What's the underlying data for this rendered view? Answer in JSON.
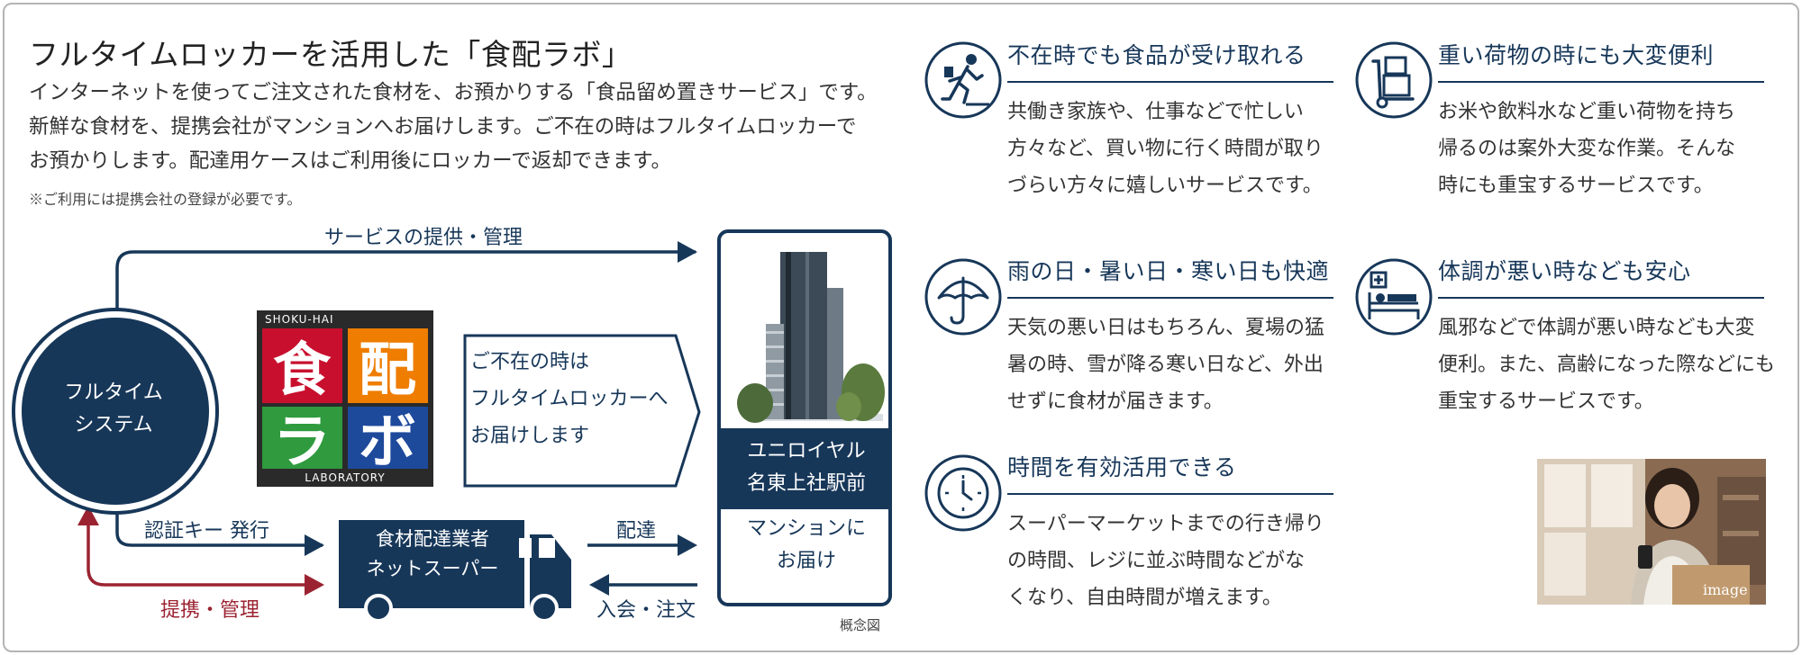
{
  "title": "フルタイムロッカーを活用した「食配ラボ」",
  "intro_lines": [
    "インターネットを使ってご注文された食材を、お預かりする「食品留め置きサービス」です。",
    "新鮮な食材を、提携会社がマンションへお届けします。ご不在の時はフルタイムロッカーで",
    "お預かりします。配達用ケースはご利用後にロッカーで返却できます。"
  ],
  "note": "※ご利用には提携会社の登録が必要です。",
  "diagram": {
    "circle_lines": [
      "フルタイム",
      "システム"
    ],
    "service_label": "サービスの提供・管理",
    "auth_label": "認証キー 発行",
    "partner_label": "提携・管理",
    "delivery_label": "配達",
    "order_label": "入会・注文",
    "callout_lines": [
      "ご不在の時は",
      "フルタイムロッカーへ",
      "お届けします"
    ],
    "truck_lines": [
      "食材配達業者",
      "ネットスーパー"
    ],
    "building_name_lines": [
      "ユニロイヤル",
      "名東上社駅前"
    ],
    "building_delivery_lines": [
      "マンションに",
      "お届け"
    ],
    "concept_note": "概念図",
    "logo": {
      "top_text": "SHOKU-HAI",
      "bottom_text": "LABORATORY",
      "chars": [
        "食",
        "配",
        "ラ",
        "ボ"
      ]
    },
    "colors": {
      "navy": "#173759",
      "red_arrow": "#9b2331",
      "logo_red": "#c8102e",
      "logo_orange": "#ee7d00",
      "logo_green": "#2f9a3e",
      "logo_blue": "#1e4a9c"
    }
  },
  "features": [
    {
      "icon": "running-person-icon",
      "heading": "不在時でも食品が受け取れる",
      "lines": [
        "共働き家族や、仕事などで忙しい",
        "方々など、買い物に行く時間が取り",
        "づらい方々に嬉しいサービスです。"
      ]
    },
    {
      "icon": "hand-truck-boxes-icon",
      "heading": "重い荷物の時にも大変便利",
      "lines": [
        "お米や飲料水など重い荷物を持ち",
        "帰るのは案外大変な作業。そんな",
        "時にも重宝するサービスです。"
      ]
    },
    {
      "icon": "umbrella-icon",
      "heading": "雨の日・暑い日・寒い日も快適",
      "lines": [
        "天気の悪い日はもちろん、夏場の猛",
        "暑の時、雪が降る寒い日など、外出",
        "せずに食材が届きます。"
      ]
    },
    {
      "icon": "sick-bed-icon",
      "heading": "体調が悪い時なども安心",
      "lines": [
        "風邪などで体調が悪い時なども大変",
        "便利。また、高齢になった際などにも",
        "重宝するサービスです。"
      ]
    },
    {
      "icon": "clock-icon",
      "heading": "時間を有効活用できる",
      "lines": [
        "スーパーマーケットまでの行き帰り",
        "の時間、レジに並ぶ時間などがな",
        "くなり、自由時間が増えます。"
      ]
    }
  ],
  "image_label": "image"
}
